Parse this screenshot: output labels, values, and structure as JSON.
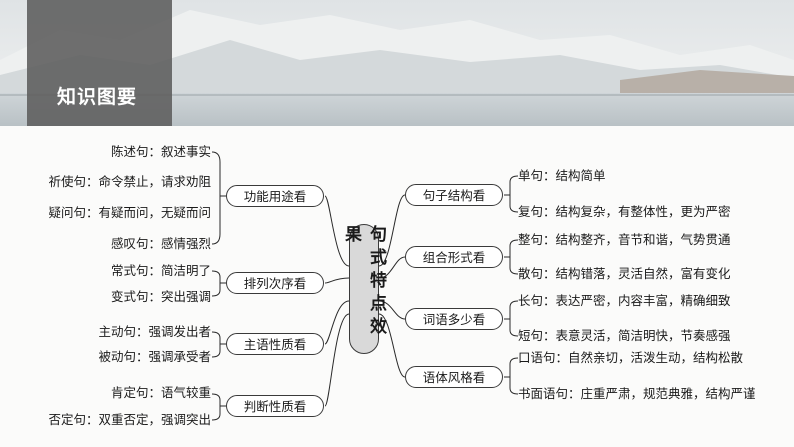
{
  "banner": {
    "title": "知识图要",
    "colors": {
      "title_bg": "#5f5f5f",
      "sky": "#e8eaea",
      "lake": "#c7cdd0"
    }
  },
  "center": {
    "label": "句式特点效果"
  },
  "left_branches": [
    {
      "label": "功能用途看",
      "items": [
        "陈述句：叙述事实",
        "祈使句：命令禁止，请求劝阻",
        "疑问句：有疑而问，无疑而问",
        "感叹句：感情强烈"
      ]
    },
    {
      "label": "排列次序看",
      "items": [
        "常式句：简洁明了",
        "变式句：突出强调"
      ]
    },
    {
      "label": "主语性质看",
      "items": [
        "主动句：强调发出者",
        "被动句：强调承受者"
      ]
    },
    {
      "label": "判断性质看",
      "items": [
        "肯定句：语气较重",
        "否定句：双重否定，强调突出"
      ]
    }
  ],
  "right_branches": [
    {
      "label": "句子结构看",
      "items": [
        "单句：结构简单",
        "复句：结构复杂，有整体性，更为严密"
      ]
    },
    {
      "label": "组合形式看",
      "items": [
        "整句：结构整齐，音节和谐，气势贯通",
        "散句：结构错落，灵活自然，富有变化"
      ]
    },
    {
      "label": "词语多少看",
      "items": [
        "长句：表达严密，内容丰富，精确细致",
        "短句：表意灵活，简洁明快，节奏感强"
      ]
    },
    {
      "label": "语体风格看",
      "items": [
        "口语句：自然亲切，活泼生动，结构松散",
        "书面语句：庄重严肃，规范典雅，结构严谨"
      ]
    }
  ]
}
